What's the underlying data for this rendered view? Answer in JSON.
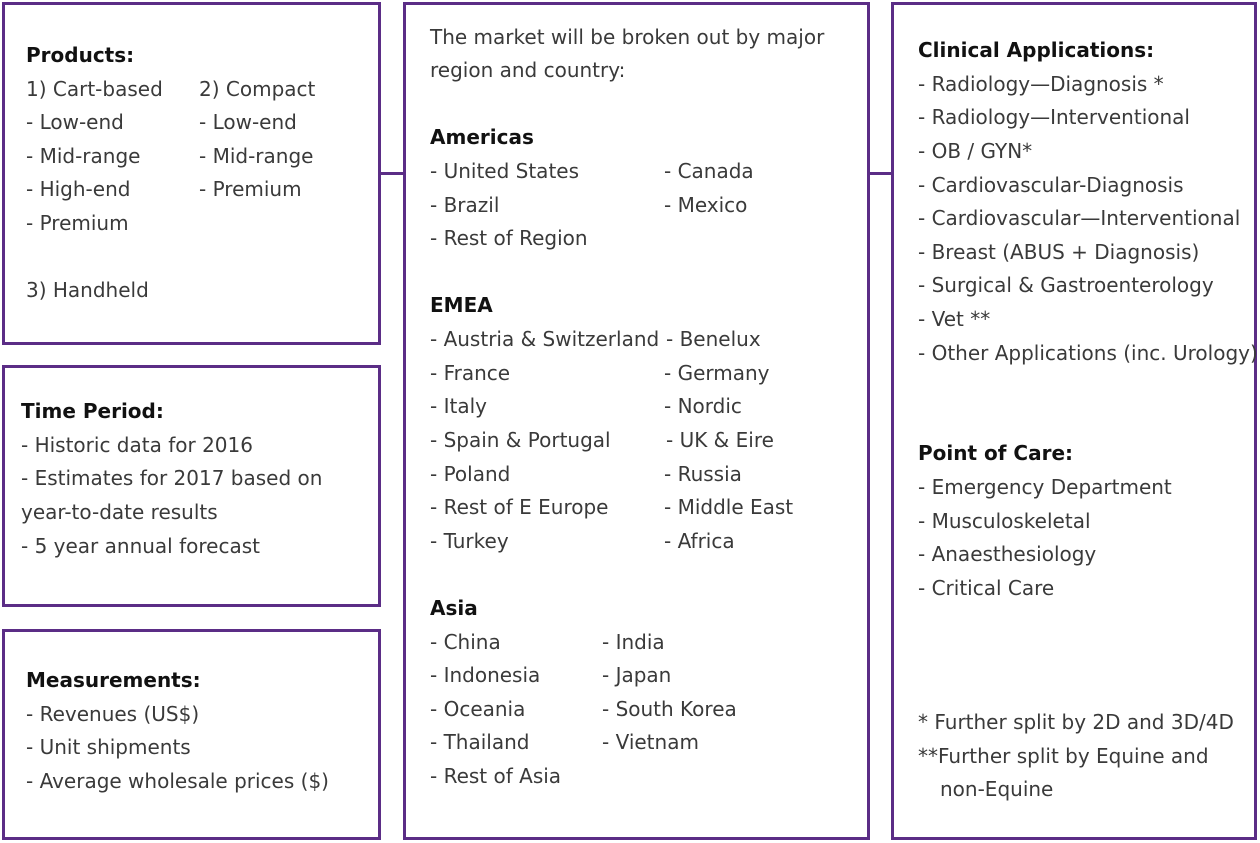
{
  "products": {
    "title": "Products:",
    "col1": [
      "1) Cart-based",
      "- Low-end",
      "- Mid-range",
      "- High-end",
      "- Premium"
    ],
    "col2": [
      "2) Compact",
      "- Low-end",
      "- Mid-range",
      "- Premium"
    ],
    "handheld": "3) Handheld"
  },
  "time_period": {
    "title": "Time Period:",
    "lines": [
      "- Historic data for 2016",
      "- Estimates for 2017 based on",
      "year-to-date results",
      "- 5 year annual forecast"
    ]
  },
  "measurements": {
    "title": "Measurements:",
    "lines": [
      "- Revenues (US$)",
      "- Unit shipments",
      "- Average wholesale prices ($)"
    ]
  },
  "regions": {
    "intro": [
      "The market will be broken out by major",
      "region and country:"
    ],
    "americas": {
      "title": "Americas",
      "col1": [
        "- United States",
        "- Brazil",
        "- Rest of Region"
      ],
      "col2": [
        "- Canada",
        "- Mexico"
      ]
    },
    "emea": {
      "title": "EMEA",
      "col1": [
        "- Austria & Switzerland",
        "- France",
        "- Italy",
        "- Spain & Portugal",
        "- Poland",
        "- Rest of E Europe",
        "- Turkey"
      ],
      "col2": [
        "- Benelux",
        "- Germany",
        "- Nordic",
        "- UK & Eire",
        "- Russia",
        "- Middle East",
        "- Africa"
      ]
    },
    "asia": {
      "title": "Asia",
      "col1": [
        "- China",
        "- Indonesia",
        "- Oceania",
        "- Thailand",
        "- Rest of Asia"
      ],
      "col2": [
        "- India",
        "- Japan",
        "- South Korea",
        "- Vietnam"
      ]
    }
  },
  "clinical": {
    "title": "Clinical Applications:",
    "items": [
      "- Radiology—Diagnosis *",
      "- Radiology—Interventional",
      "- OB / GYN*",
      "- Cardiovascular-Diagnosis",
      "- Cardiovascular—Interventional",
      "- Breast (ABUS + Diagnosis)",
      "- Surgical & Gastroenterology",
      "- Vet **",
      "- Other Applications (inc. Urology)"
    ]
  },
  "point_of_care": {
    "title": "Point of Care:",
    "items": [
      "- Emergency Department",
      "- Musculoskeletal",
      "- Anaesthesiology",
      "- Critical Care"
    ]
  },
  "footnotes": [
    "* Further split by 2D and 3D/4D",
    "**Further split by Equine and",
    "non-Equine"
  ],
  "colors": {
    "border": "#5b2d86",
    "text": "#3a3a3a",
    "title": "#111111"
  }
}
